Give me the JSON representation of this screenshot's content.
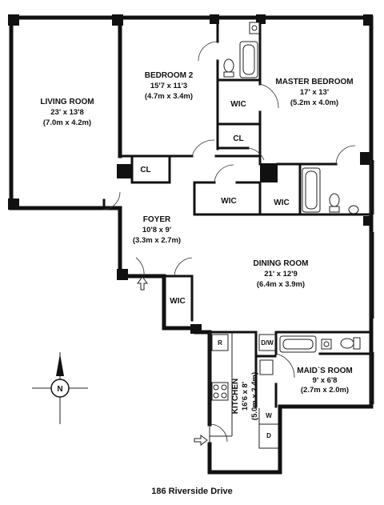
{
  "rooms": {
    "living": {
      "name": "LIVING ROOM",
      "dim_imperial": "23' x 13'8",
      "dim_metric": "(7.0m x 4.2m)"
    },
    "bedroom2": {
      "name": "BEDROOM 2",
      "dim_imperial": "15'7 x 11'3",
      "dim_metric": "(4.7m x 3.4m)"
    },
    "master": {
      "name": "MASTER BEDROOM",
      "dim_imperial": "17' x 13'",
      "dim_metric": "(5.2m x 4.0m)"
    },
    "foyer": {
      "name": "FOYER",
      "dim_imperial": "10'8 x 9'",
      "dim_metric": "(3.3m x 2.7m)"
    },
    "dining": {
      "name": "DINING ROOM",
      "dim_imperial": "21' x 12'9",
      "dim_metric": "(6.4m x 3.9m)"
    },
    "maids": {
      "name": "MAID`S ROOM",
      "dim_imperial": "9' x 6'8",
      "dim_metric": "(2.7m x 2.0m)"
    },
    "kitchen": {
      "name": "KITCHEN",
      "dim_imperial": "16'6 x 8'",
      "dim_metric": "(5.0m x 2.4m)"
    }
  },
  "closets": {
    "wic_master": "WIC",
    "cl_upper": "CL",
    "cl_bed2": "CL",
    "wic_mid_left": "WIC",
    "wic_mid_right": "WIC",
    "wic_foyer": "WIC"
  },
  "appliances": {
    "refrigerator": "R",
    "dishwasher": "D/W",
    "washer": "W",
    "dryer": "D"
  },
  "compass": {
    "north": "N"
  },
  "caption": "186 Riverside Drive"
}
